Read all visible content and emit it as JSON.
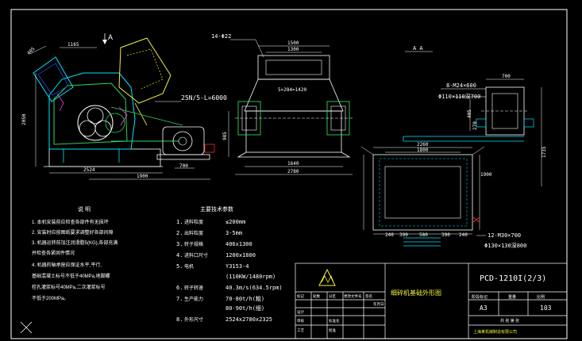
{
  "colors": {
    "background": "#000000",
    "white": "#ffffff",
    "cyan": "#00e5ff",
    "yellow": "#f2ef3a",
    "green": "#2fd35a",
    "magenta": "#ff3df5",
    "red": "#ff2a2a",
    "blue": "#2c54ff"
  },
  "side_view": {
    "section_mark": "A",
    "dims": [
      "1165",
      "405",
      "2050",
      "2524",
      "1900",
      "700"
    ],
    "belt_note": "25N/5-L=6000"
  },
  "front_view": {
    "bolt_note": "14-Φ22",
    "top_dims": [
      "1500",
      "1300"
    ],
    "inner_dim": "5×284=1420",
    "bottom_dims": [
      "1640",
      "2780"
    ],
    "height_dims": [
      "985"
    ]
  },
  "plan_view": {
    "title": "A  A",
    "bolt_note": "8-M24×600",
    "hole_note": "Φ110×110深700",
    "top_dim": "700",
    "left_dims": [
      "405",
      "270"
    ],
    "right_dim": "1735",
    "width_dims": [
      "2260",
      "1800"
    ],
    "right_dim2": "1900",
    "bottom_dims": [
      "240",
      "390",
      "580",
      "390",
      "240"
    ],
    "bolt_note2": "12-M30×700",
    "hole_note2": "Φ130×130深800"
  },
  "notes": {
    "title": "说 明",
    "items": [
      "1. 本机安装前应检查各部件有无损坏",
      "2. 安装时应按图纸要求调整好各部间隙",
      "3. 机器运转前加注润滑脂5(KG),各部充满",
      "   并检查各紧固件情况",
      "4. 机器的轴承座应保证水平,平行,",
      "   基础混凝土标号不低于40MPa,地脚螺",
      "   栓孔灌浆标号40MPa,二次灌浆标号",
      "   不低于200MPa。"
    ]
  },
  "specs": {
    "title": "主要技术参数",
    "rows": [
      {
        "n": "1.",
        "label": "进料粒度",
        "value": "≤200mm"
      },
      {
        "n": "2.",
        "label": "出料粒度",
        "value": "3-5mm"
      },
      {
        "n": "3.",
        "label": "转子规格",
        "value": "406x1300"
      },
      {
        "n": "4.",
        "label": "进料口尺寸",
        "value": "1200x1800"
      },
      {
        "n": "5.",
        "label": "电机",
        "value": "Y3153-4"
      },
      {
        "n": "",
        "label": "",
        "value": "(110KW/1480rpm)"
      },
      {
        "n": "6.",
        "label": "转子转速",
        "value": "40.3m/s(634.5rpm)"
      },
      {
        "n": "7.",
        "label": "生产能力",
        "value": "70-80t/h(粗)"
      },
      {
        "n": "",
        "label": "",
        "value": "80-90t/h(细)"
      },
      {
        "n": "8.",
        "label": "外形尺寸",
        "value": "2524x2780x2325"
      }
    ]
  },
  "title_block": {
    "drawing_no": "PCD-1210I(2/3)",
    "name": "细碎机基础外形图",
    "size": "A3",
    "code": "103",
    "company": "上海某机械制造有限公司",
    "marks": [
      "标记",
      "处数",
      "分区",
      "更改文件号",
      "签名",
      "年月日"
    ],
    "roles": [
      "设计",
      "审核",
      "工艺",
      "批准"
    ],
    "scale_labels": [
      "阶段标记",
      "重量",
      "比例"
    ],
    "std": "标准化",
    "sheet": "共 张 第 张"
  }
}
